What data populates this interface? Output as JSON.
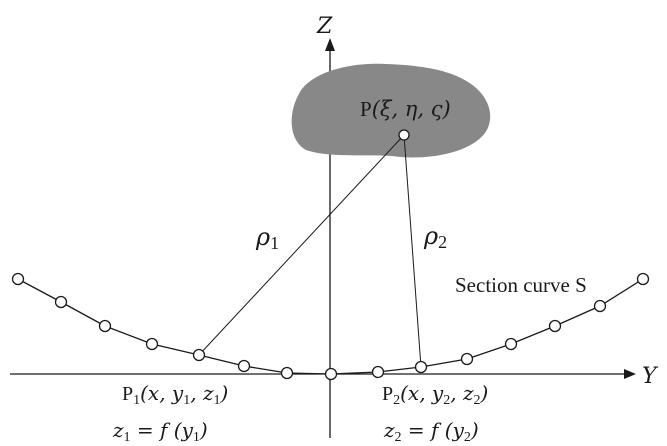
{
  "axes": {
    "z_label": "Z",
    "y_label": "Y"
  },
  "source_point": {
    "label_prefix": "P",
    "label_coords": "(ξ, η, ς)"
  },
  "distances": {
    "rho1_symbol": "ρ",
    "rho1_sub": "1",
    "rho2_symbol": "ρ",
    "rho2_sub": "2"
  },
  "curve": {
    "label": "Section curve S"
  },
  "point_p1": {
    "name": "P",
    "name_sub": "1",
    "coords_a": "(x, y",
    "coords_sub_y": "1",
    "coords_b": ", z",
    "coords_sub_z": "1",
    "coords_c": ")",
    "eq_lhs": "z",
    "eq_lhs_sub": "1",
    "eq_mid": " = f (y",
    "eq_sub": "1",
    "eq_end": ")"
  },
  "point_p2": {
    "name": "P",
    "name_sub": "2",
    "coords_a": "(x, y",
    "coords_sub_y": "2",
    "coords_b": ", z",
    "coords_sub_z": "2",
    "coords_c": ")",
    "eq_lhs": "z",
    "eq_lhs_sub": "2",
    "eq_mid": " = f (y",
    "eq_sub": "2",
    "eq_end": ")"
  },
  "colors": {
    "blob_fill": "#888888",
    "line": "#1a1a1a",
    "marker_fill": "#ffffff"
  }
}
